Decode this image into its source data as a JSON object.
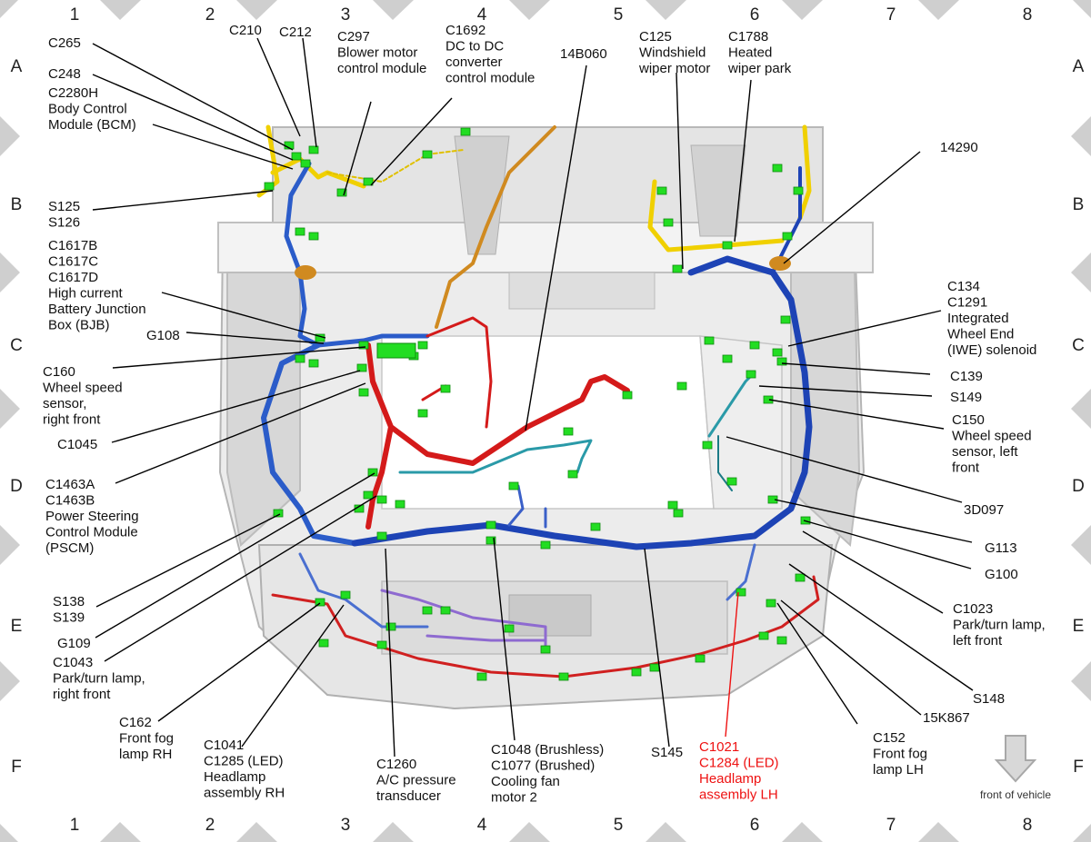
{
  "grid": {
    "columns": [
      "1",
      "2",
      "3",
      "4",
      "5",
      "6",
      "7",
      "8"
    ],
    "rows": [
      "A",
      "B",
      "C",
      "D",
      "E",
      "F"
    ]
  },
  "labels": {
    "c265": [
      "C265"
    ],
    "c248": [
      "C248"
    ],
    "c2280h": [
      "C2280H",
      "Body Control",
      "Module (BCM)"
    ],
    "c210": [
      "C210"
    ],
    "c212": [
      "C212"
    ],
    "c297": [
      "C297",
      "Blower motor",
      "control module"
    ],
    "c1692": [
      "C1692",
      "DC to DC",
      "converter",
      "control module"
    ],
    "b14060": [
      "14B060"
    ],
    "c125": [
      "C125",
      "Windshield",
      "wiper motor"
    ],
    "c1788": [
      "C1788",
      "Heated",
      "wiper park"
    ],
    "p14290": [
      "14290"
    ],
    "s125": [
      "S125",
      "S126"
    ],
    "c1617": [
      "C1617B",
      "C1617C",
      "C1617D",
      "High current",
      "Battery Junction",
      "Box (BJB)"
    ],
    "g108": [
      "G108"
    ],
    "c160": [
      "C160",
      "Wheel speed",
      "sensor,",
      "right front"
    ],
    "c1045": [
      "C1045"
    ],
    "c1463": [
      "C1463A",
      "C1463B",
      "Power Steering",
      "Control Module",
      "(PSCM)"
    ],
    "s138": [
      "S138",
      "S139"
    ],
    "g109": [
      "G109"
    ],
    "c1043": [
      "C1043",
      "Park/turn lamp,",
      "right front"
    ],
    "c162": [
      "C162",
      "Front fog",
      "lamp RH"
    ],
    "c1041": [
      "C1041",
      "C1285 (LED)",
      "Headlamp",
      "assembly RH"
    ],
    "c1260": [
      "C1260",
      "A/C pressure",
      "transducer"
    ],
    "c1048": [
      "C1048 (Brushless)",
      "C1077 (Brushed)",
      "Cooling fan",
      "motor 2"
    ],
    "s145": [
      "S145"
    ],
    "c1021": [
      "C1021",
      "C1284 (LED)",
      "Headlamp",
      "assembly LH"
    ],
    "c152": [
      "C152",
      "Front fog",
      "lamp LH"
    ],
    "k15867": [
      "15K867"
    ],
    "s148": [
      "S148"
    ],
    "c1023": [
      "C1023",
      "Park/turn lamp,",
      "left front"
    ],
    "g100": [
      "G100"
    ],
    "g113": [
      "G113"
    ],
    "d3097": [
      "3D097"
    ],
    "c150": [
      "C150",
      "Wheel speed",
      "sensor, left",
      "front"
    ],
    "s149": [
      "S149"
    ],
    "c139": [
      "C139"
    ],
    "c134": [
      "C134",
      "C1291",
      "Integrated",
      "Wheel End",
      "(IWE) solenoid"
    ]
  },
  "front_of_vehicle": "front of vehicle",
  "colors": {
    "harness_blue": "#1f4fbf",
    "harness_red": "#d41a1a",
    "harness_yellow": "#f0d000",
    "harness_orange": "#d08a20",
    "harness_teal": "#2a9aa8",
    "harness_purple": "#8e6ad0",
    "connector_green": "#22dd22",
    "highlight_red": "#ee1111"
  }
}
